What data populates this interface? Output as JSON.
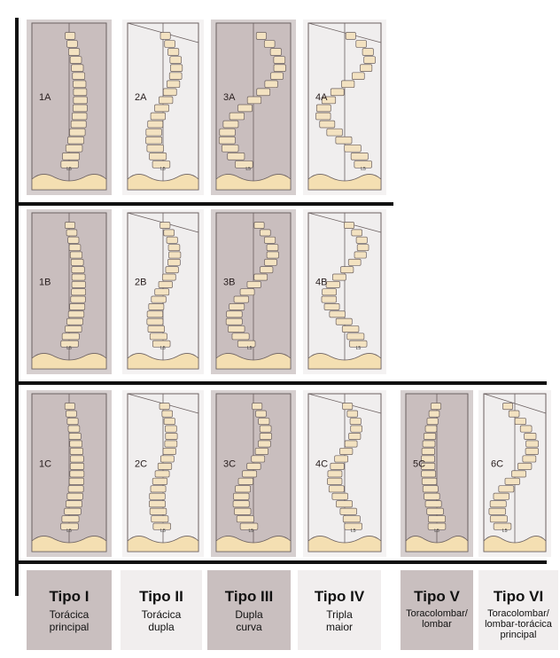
{
  "colors": {
    "panel_dark": "#c9bebe",
    "panel_light": "#f0eeee",
    "bg_dark_shade": "#d6cfcf",
    "bg_light_shade": "#f4f2f2",
    "vertebra": "#f3e2c1",
    "pelvis": "#f4dfb2",
    "outline": "#6b6060",
    "frame": "#111111",
    "type_dark": "#c9bfbf",
    "type_light": "#f1eeee"
  },
  "rows": [
    {
      "name": "row-a",
      "panels": [
        {
          "label": "1A",
          "shade": "dark",
          "curve": "thoracic",
          "amp": 14,
          "marker": "L5"
        },
        {
          "label": "2A",
          "shade": "light",
          "curve": "double_thoracic",
          "amp": 16,
          "marker": "L5"
        },
        {
          "label": "3A",
          "shade": "dark",
          "curve": "double_major",
          "amp": 30,
          "marker": "L5"
        },
        {
          "label": "4A",
          "shade": "light",
          "curve": "triple",
          "amp": 30,
          "marker": "L5"
        }
      ]
    },
    {
      "name": "row-b",
      "panels": [
        {
          "label": "1B",
          "shade": "dark",
          "curve": "thoracic",
          "amp": 12,
          "marker": "L5"
        },
        {
          "label": "2B",
          "shade": "light",
          "curve": "double_thoracic",
          "amp": 14,
          "marker": "L5"
        },
        {
          "label": "3B",
          "shade": "dark",
          "curve": "double_major",
          "amp": 22,
          "marker": "L5"
        },
        {
          "label": "4B",
          "shade": "light",
          "curve": "triple",
          "amp": 22,
          "marker": "L5"
        }
      ]
    },
    {
      "name": "row-c",
      "panels": [
        {
          "label": "1C",
          "shade": "dark",
          "curve": "thoracic",
          "amp": 10,
          "marker": "L5"
        },
        {
          "label": "2C",
          "shade": "light",
          "curve": "double_thoracic",
          "amp": 10,
          "marker": "L5"
        },
        {
          "label": "3C",
          "shade": "dark",
          "curve": "double_major",
          "amp": 14,
          "marker": "L5"
        },
        {
          "label": "4C",
          "shade": "light",
          "curve": "triple",
          "amp": 14,
          "marker": "L5"
        },
        {
          "label": "5C",
          "shade": "dark",
          "curve": "lumbar",
          "amp": 10,
          "marker": "L5"
        },
        {
          "label": "6C",
          "shade": "light",
          "curve": "lumbar_major",
          "amp": 22,
          "marker": "L5"
        }
      ]
    }
  ],
  "types": [
    {
      "title": "Tipo I",
      "desc": "Torácica\nprincipal",
      "shade": "dark"
    },
    {
      "title": "Tipo II",
      "desc": "Torácica\ndupla",
      "shade": "light"
    },
    {
      "title": "Tipo III",
      "desc": "Dupla\ncurva",
      "shade": "dark"
    },
    {
      "title": "Tipo IV",
      "desc": "Tripla\nmaior",
      "shade": "light"
    },
    {
      "title": "Tipo V",
      "desc": "Toracolombar/\nlombar",
      "shade": "dark"
    },
    {
      "title": "Tipo VI",
      "desc": "Toracolombar/\nlombar-torácica\nprincipal",
      "shade": "light"
    }
  ]
}
